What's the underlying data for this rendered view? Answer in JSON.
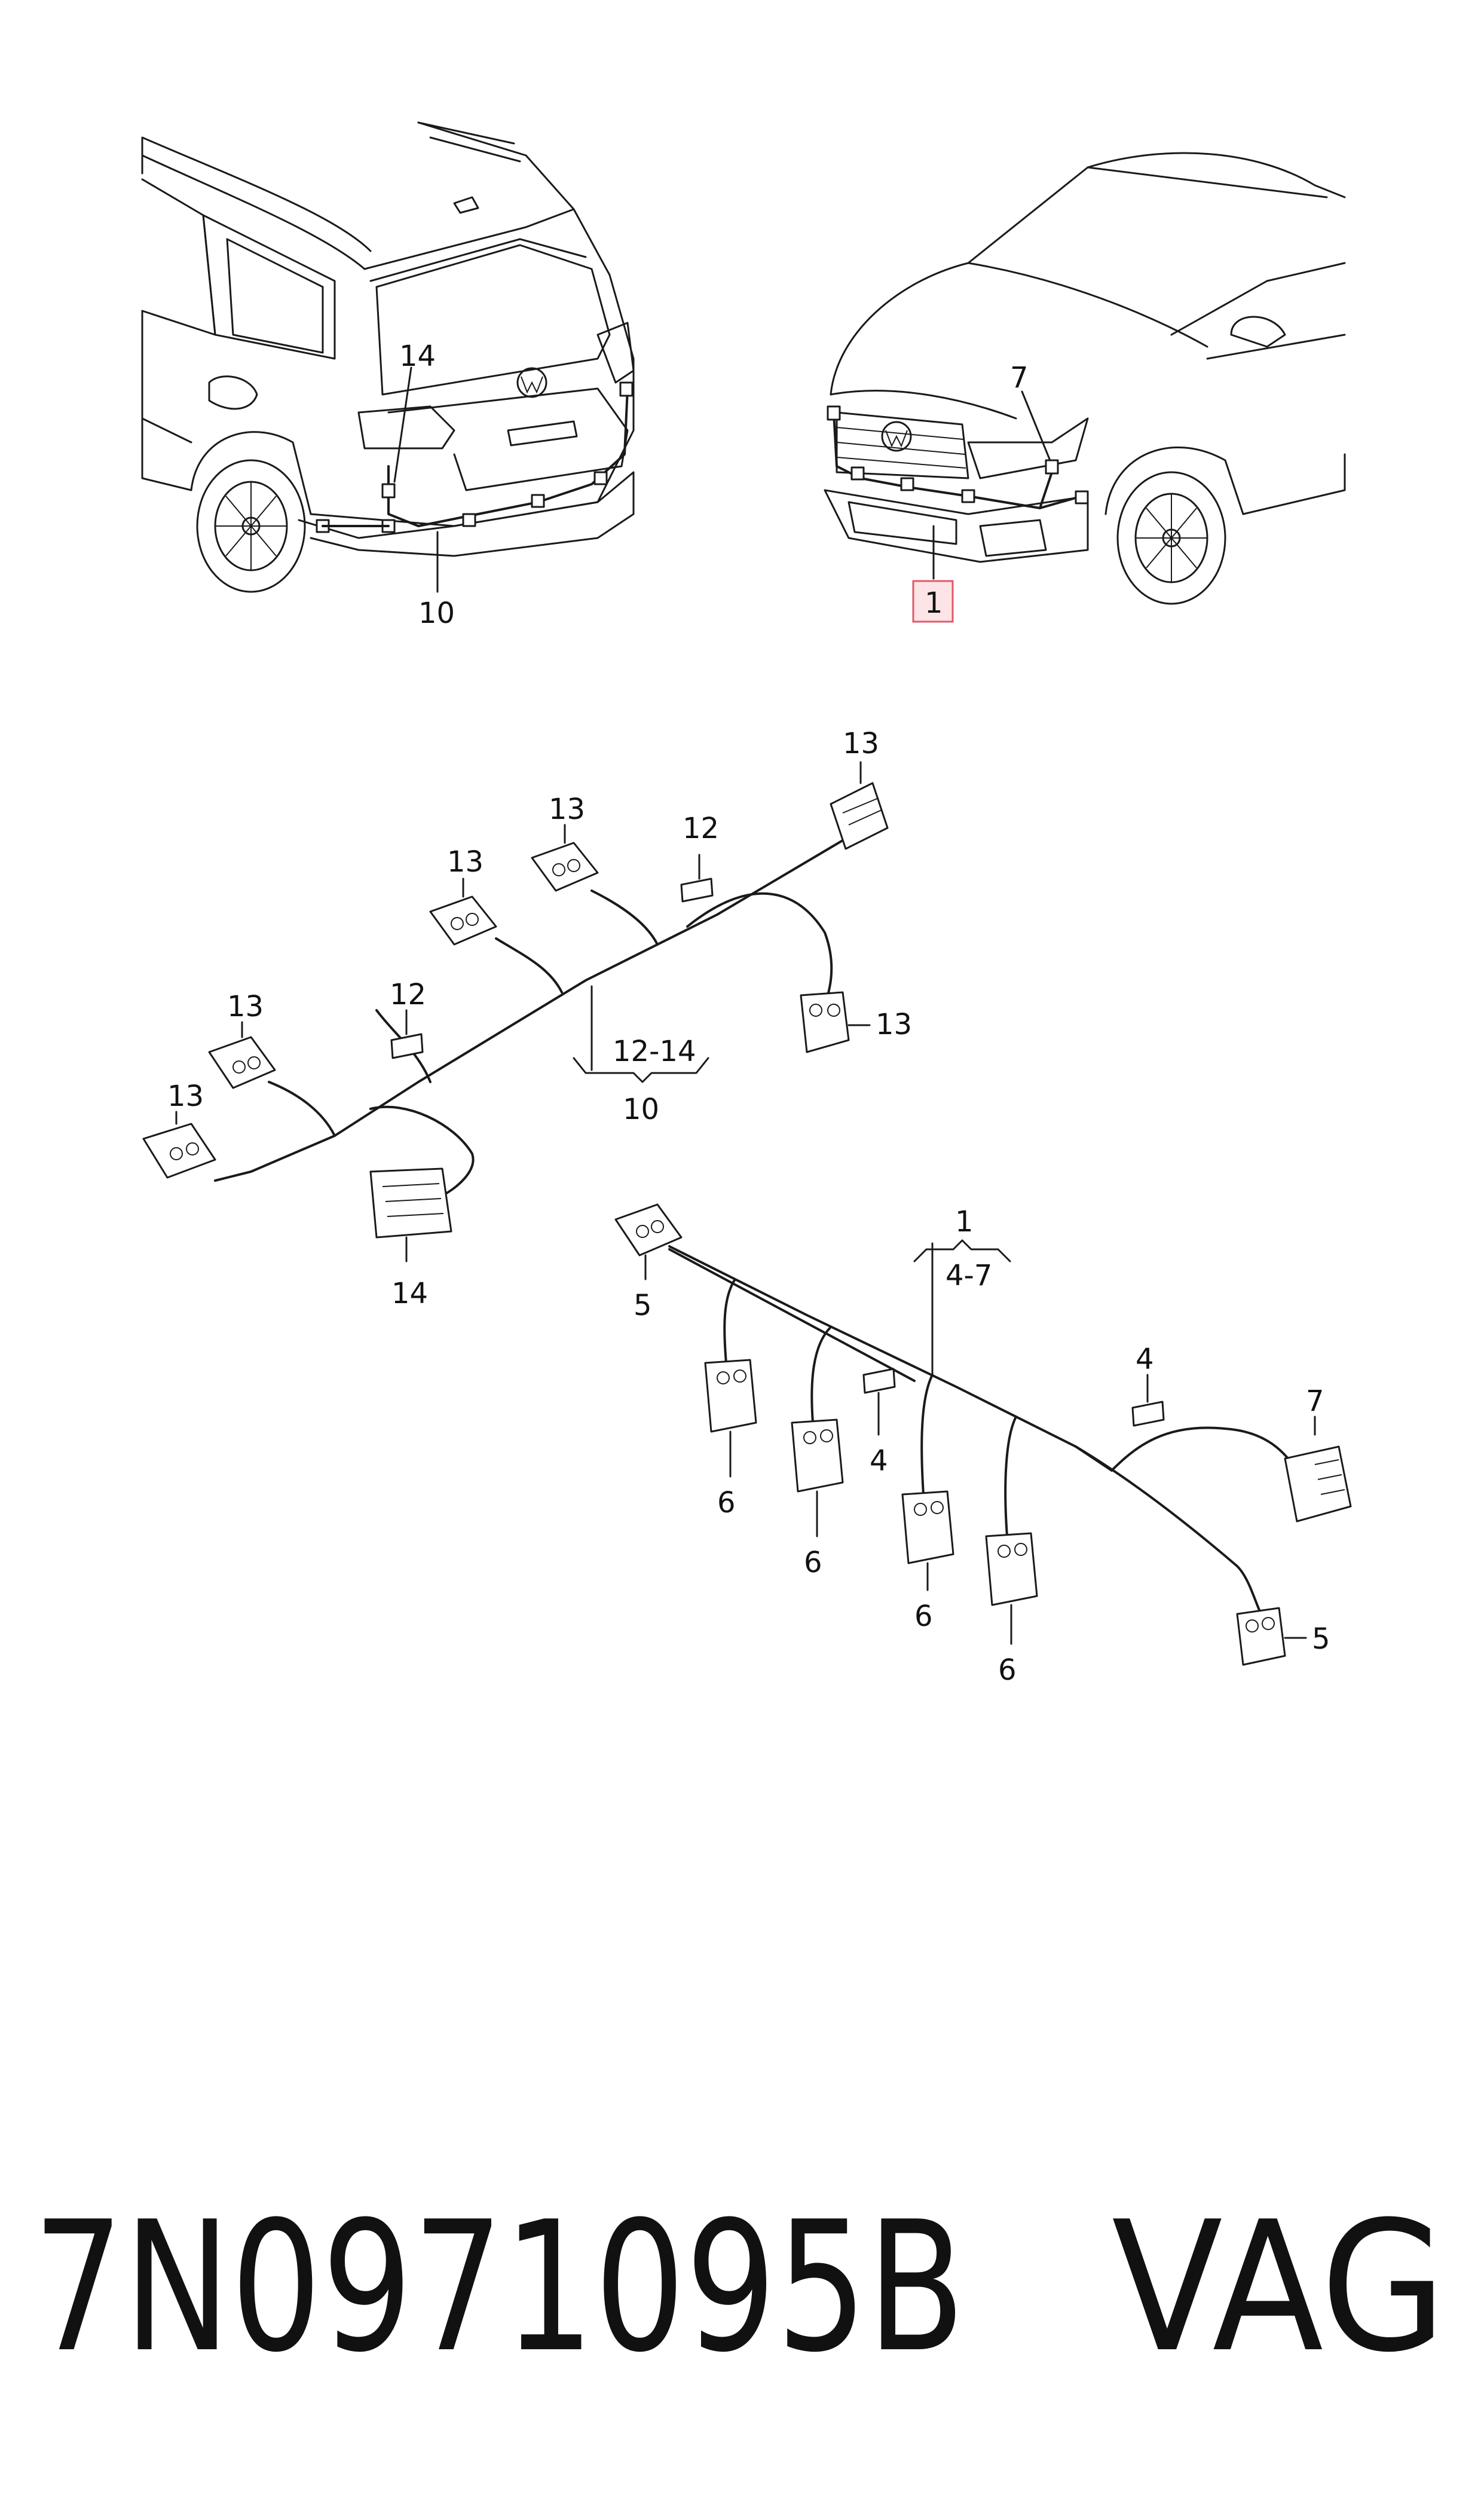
{
  "callouts": {
    "rear_14": "14",
    "rear_10": "10",
    "front_7": "7",
    "front_1": "1",
    "rear_harness": {
      "c13_a": "13",
      "c13_b": "13",
      "c13_c": "13",
      "c13_d": "13",
      "c13_e": "13",
      "c13_f": "13",
      "c12_a": "12",
      "c12_b": "12",
      "c14": "14",
      "range": "12-14",
      "assembly": "10"
    },
    "front_harness": {
      "assembly": "1",
      "range": "4-7",
      "c5_a": "5",
      "c5_b": "5",
      "c4_a": "4",
      "c4_b": "4",
      "c6_a": "6",
      "c6_b": "6",
      "c6_c": "6",
      "c6_d": "6",
      "c7": "7"
    }
  },
  "part_number": "7N0971095B",
  "brand": "VAG",
  "colors": {
    "line": "#1a1a1a",
    "highlight_fill": "#fde4e6",
    "highlight_border": "#e05a6a"
  }
}
